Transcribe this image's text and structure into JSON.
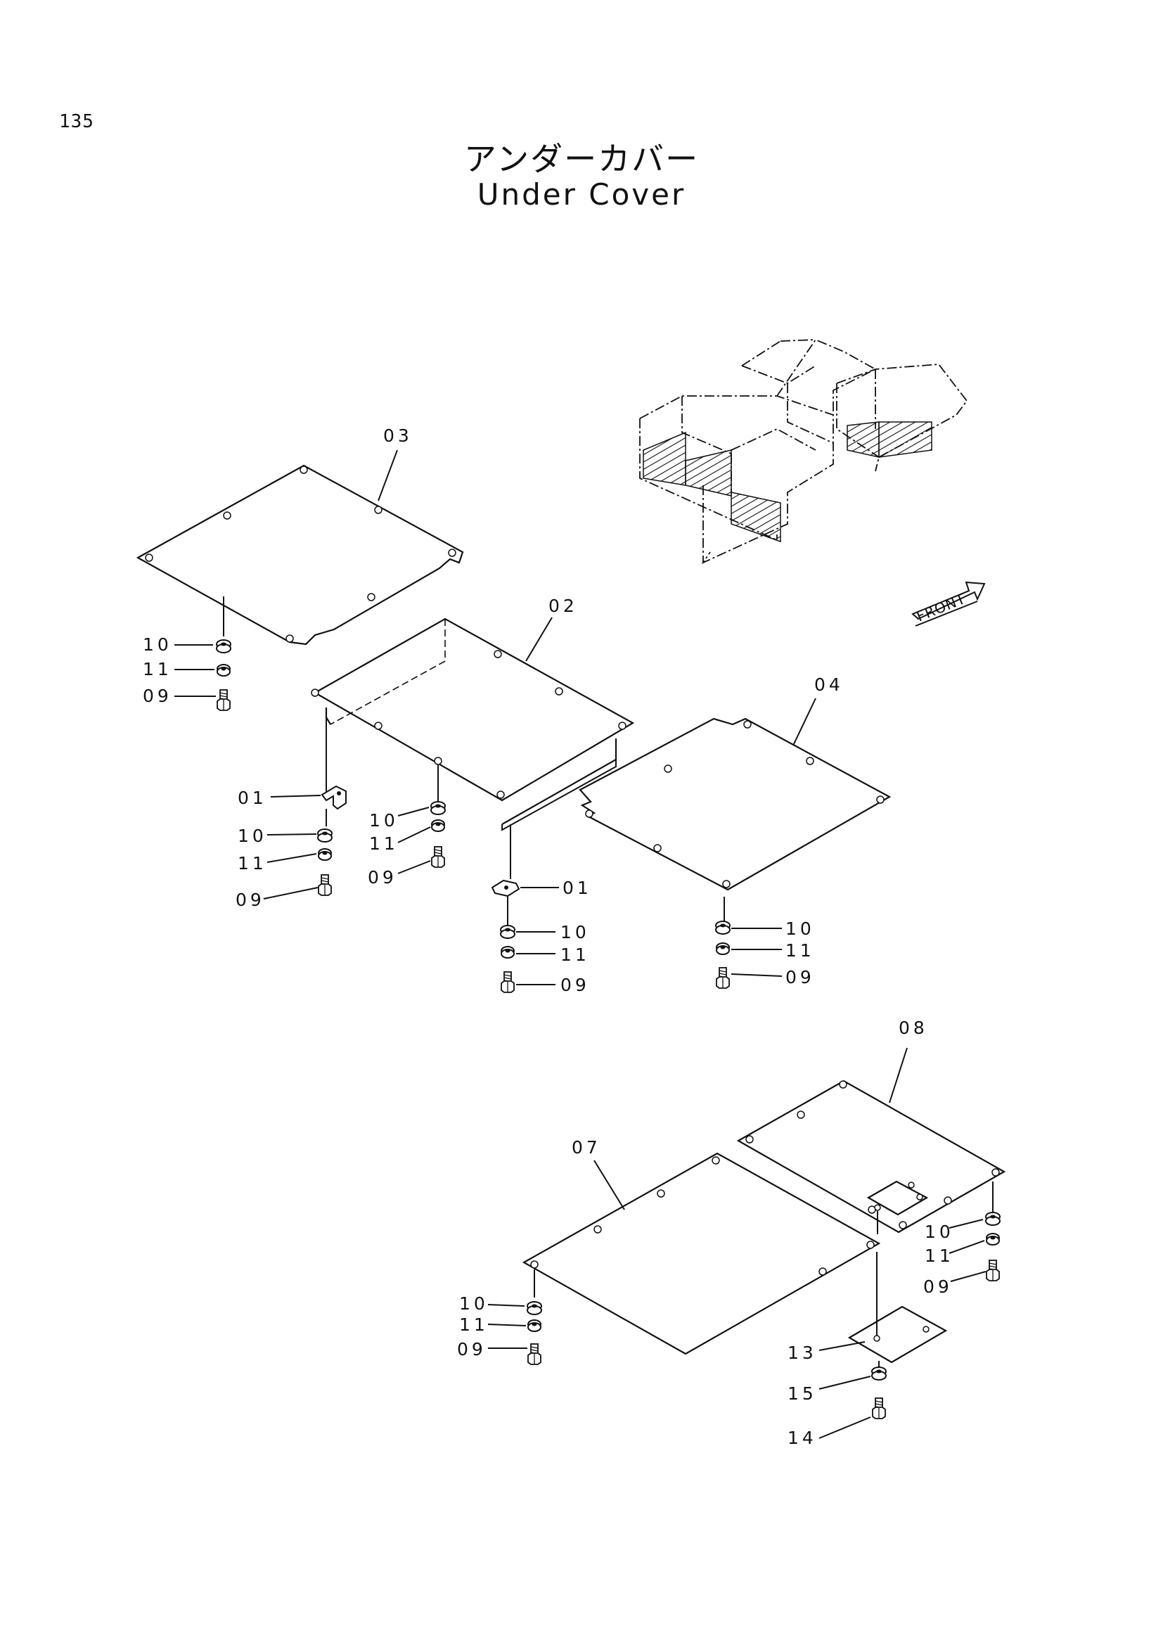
{
  "page": {
    "number": "135",
    "title_jp": "アンダーカバー",
    "title_en": "Under Cover"
  },
  "diagram": {
    "front_label": "FRONT",
    "parts": {
      "p01": "01",
      "p02": "02",
      "p03": "03",
      "p04": "04",
      "p07": "07",
      "p08": "08",
      "p09": "09",
      "p10": "10",
      "p11": "11",
      "p13": "13",
      "p14": "14",
      "p15": "15"
    }
  }
}
